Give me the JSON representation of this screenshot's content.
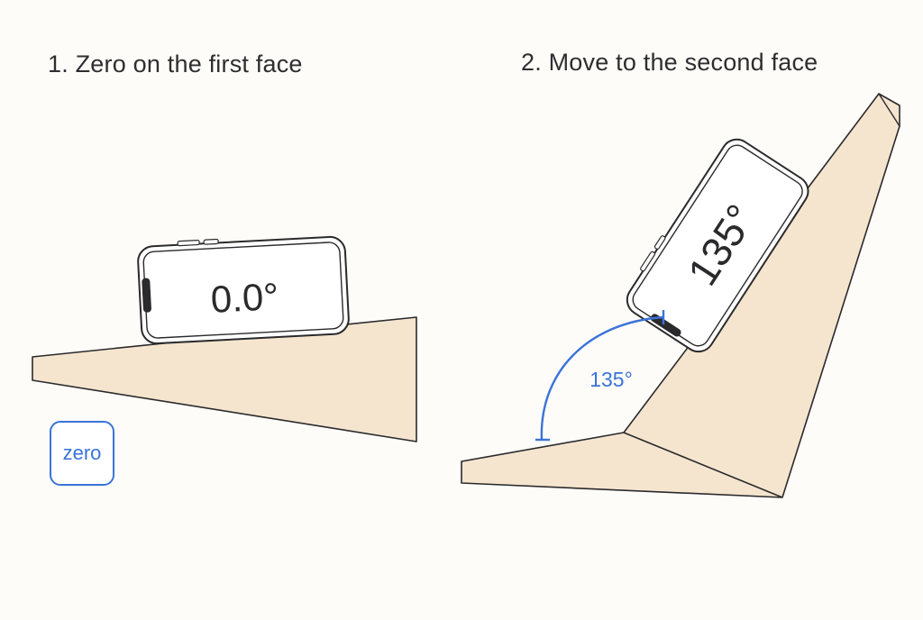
{
  "steps": [
    {
      "title": "1. Zero on the first face"
    },
    {
      "title": "2. Move to the second face"
    }
  ],
  "phone_readouts": {
    "first_face": "0.0°",
    "second_face": "135°"
  },
  "angle_annotation": {
    "label": "135°",
    "degrees": 135
  },
  "zero_button": {
    "label": "zero"
  },
  "colors": {
    "wood_fill": "#f5e5cf",
    "outline": "#2a2a2c",
    "accent_blue": "#3a73d9",
    "phone_screen": "#ffffff",
    "background": "#fdfcf8"
  },
  "icons": [
    "smartphone-icon",
    "wedge-block-icon",
    "angle-arc-icon"
  ]
}
